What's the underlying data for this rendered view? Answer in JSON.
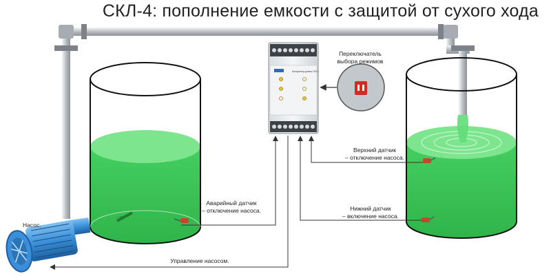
{
  "title": "СКЛ-4: пополнение емкости с защитой от сухого хода",
  "pump_label": "Насос.",
  "alarm_sensor": {
    "line1": "Аварийный датчик",
    "line2": "– отключение насоса."
  },
  "switch_label": {
    "line1": "Переключатель",
    "line2": "выбора режимов"
  },
  "upper_sensor": {
    "line1": "Верхний датчик",
    "line2": "– отключение насоса."
  },
  "lower_sensor": {
    "line1": "Нижний датчик",
    "line2": "– включение насоса."
  },
  "pump_control": "Управление насосом.",
  "device_label": "Контроллер уровня СКЛ-4",
  "colors": {
    "water": "#3ec65a",
    "water_top": "#7ee58f",
    "pipe": "#c9ccd0",
    "pump": "#3a8fd8",
    "device": "#e9ecef",
    "led": "#e8c23a"
  }
}
